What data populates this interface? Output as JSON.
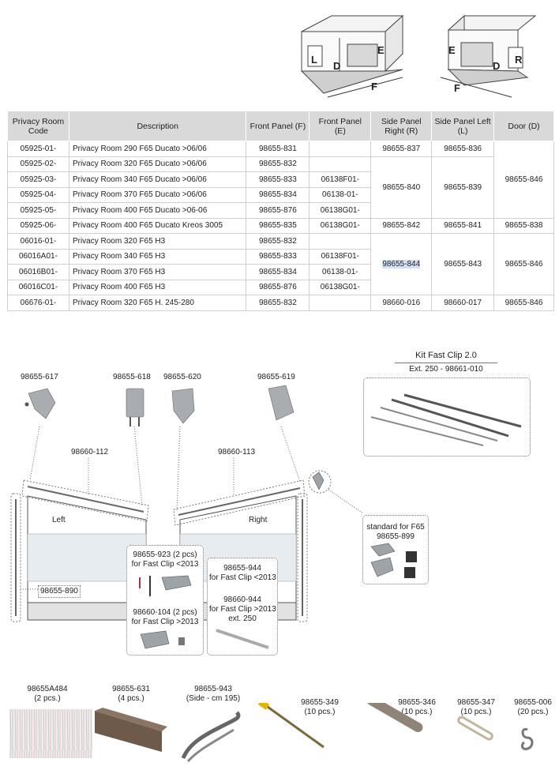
{
  "diagram_left": {
    "labels": {
      "L": "L",
      "D": "D",
      "E": "E",
      "F": "F"
    }
  },
  "diagram_right": {
    "labels": {
      "E": "E",
      "D": "D",
      "R": "R",
      "F": "F"
    }
  },
  "table": {
    "headers": [
      "Privacy Room Code",
      "Description",
      "Front Panel (F)",
      "Front Panel (E)",
      "Side Panel Right (R)",
      "Side Panel Left (L)",
      "Door (D)"
    ],
    "rows": [
      {
        "code": "05925-01-",
        "desc": "Privacy Room 290 F65 Ducato >06/06",
        "ff": "98655-831",
        "fe": "",
        "r": "98655-837",
        "l": "98655-836",
        "d": "98655-846"
      },
      {
        "code": "05925-02-",
        "desc": "Privacy Room 320 F65 Ducato >06/06",
        "ff": "98655-832",
        "fe": "",
        "r": "98655-840",
        "l": "98655-839",
        "d": ""
      },
      {
        "code": "05925-03-",
        "desc": "Privacy Room 340 F65 Ducato >06/06",
        "ff": "98655-833",
        "fe": "06138F01-",
        "r": "",
        "l": "",
        "d": ""
      },
      {
        "code": "05925-04-",
        "desc": "Privacy Room 370 F65 Ducato >06/06",
        "ff": "98655-834",
        "fe": "06138-01-",
        "r": "",
        "l": "",
        "d": ""
      },
      {
        "code": "05925-05-",
        "desc": "Privacy Room 400 F65 Ducato >06-06",
        "ff": "98655-876",
        "fe": "06138G01-",
        "r": "",
        "l": "",
        "d": ""
      },
      {
        "code": "05925-06-",
        "desc": "Privacy Room 400 F65 Ducato Kreos 3005",
        "ff": "98655-835",
        "fe": "06138G01-",
        "r": "98655-842",
        "l": "98655-841",
        "d": "98655-838"
      },
      {
        "code": "06016-01-",
        "desc": "Privacy Room 320 F65 H3",
        "ff": "98655-832",
        "fe": "",
        "r": "98655-844",
        "l": "98655-843",
        "d": "98655-846"
      },
      {
        "code": "06016A01-",
        "desc": "Privacy Room 340 F65 H3",
        "ff": "98655-833",
        "fe": "06138F01-",
        "r": "",
        "l": "",
        "d": ""
      },
      {
        "code": "06016B01-",
        "desc": "Privacy Room 370 F65 H3",
        "ff": "98655-834",
        "fe": "06138-01-",
        "r": "",
        "l": "",
        "d": ""
      },
      {
        "code": "06016C01-",
        "desc": "Privacy Room 400 F65 H3",
        "ff": "98655-876",
        "fe": "06138G01-",
        "r": "",
        "l": "",
        "d": ""
      },
      {
        "code": "06676-01-",
        "desc": "Privacy Room 320 F65 H. 245-280",
        "ff": "98655-832",
        "fe": "",
        "r": "98660-016",
        "l": "98660-017",
        "d": "98655-846"
      }
    ]
  },
  "exploded": {
    "p617": "98655-617",
    "p618": "98655-618",
    "p620": "98655-620",
    "p619": "98655-619",
    "p112": "98660-112",
    "p113": "98660-113",
    "left": "Left",
    "right": "Right",
    "p890": "98655-890",
    "p923": "98655-923 (2 pcs)",
    "p923_note": "for Fast Clip <2013",
    "p104": "98660-104 (2 pcs)",
    "p104_note": "for Fast Clip >2013",
    "p944a": "98655-944",
    "p944a_note": "for Fast Clip <2013",
    "p944b": "98660-944",
    "p944b_note": "for Fast Clip >2013",
    "p944b_ext": "ext. 250",
    "kit_title": "Kit Fast Clip 2.0",
    "kit_ext": "Ext. 250 - 98661-010",
    "std_label": "standard for F65",
    "std_code": "98655-899"
  },
  "accessories": [
    {
      "code": "98655A484",
      "qty": "(2 pcs.)"
    },
    {
      "code": "98655-631",
      "qty": "(4 pcs.)"
    },
    {
      "code": "98655-943",
      "qty": "(Side - cm 195)"
    },
    {
      "code": "98655-349",
      "qty": "(10 pcs.)"
    },
    {
      "code": "98655-346",
      "qty": "(10 pcs.)"
    },
    {
      "code": "98655-347",
      "qty": "(10 pcs.)"
    },
    {
      "code": "98655-006",
      "qty": "(20 pcs.)"
    }
  ]
}
